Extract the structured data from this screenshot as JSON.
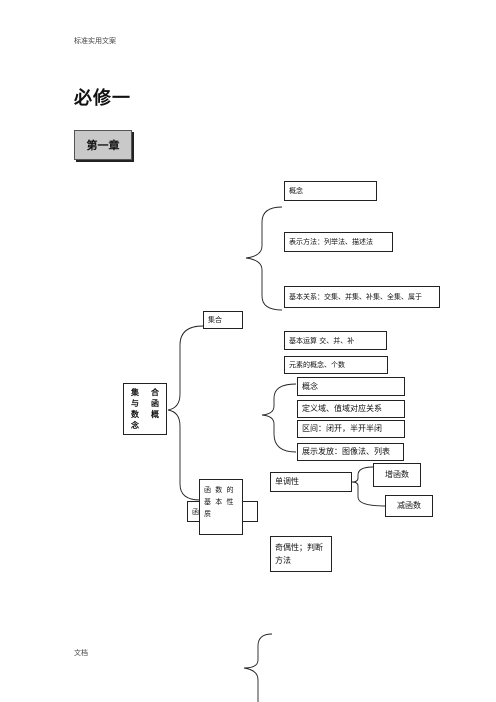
{
  "page": {
    "header": "标准实用文案",
    "footer": "文档",
    "title": "必修一",
    "chapter": "第一章"
  },
  "diagram": {
    "root_chars": [
      "集",
      "合",
      "与",
      "函",
      "数",
      "概",
      "念",
      ""
    ],
    "set_node": "集合",
    "set_children": {
      "concept": "概念",
      "representation": "表示方法：列举法、描述法",
      "relations": "基本关系：交集、并集、补集、全集、属于",
      "operations": "基本运算 交、并、补",
      "elements": "元素的概念、个数"
    },
    "function_children": {
      "concept": "概念",
      "domain": "定义域、值域对应关系",
      "interval": "区间：闭开，半开半闭",
      "representation": "展示发放：图像法、列表"
    },
    "function_props": {
      "label": "函 数 的 基 本 性 质",
      "behind_label": "函",
      "monotonicity": "单调性",
      "increasing": "增函数",
      "decreasing": "减函数",
      "parity": "奇偶性；判断方法"
    }
  }
}
